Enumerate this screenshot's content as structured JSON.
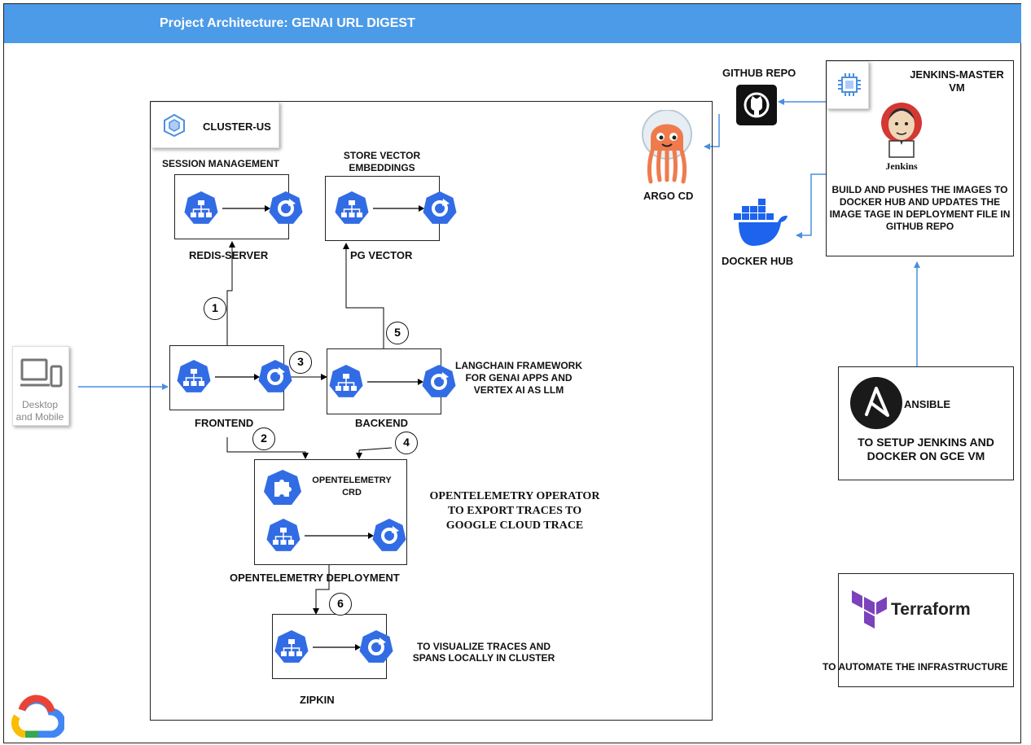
{
  "header": {
    "title": "Project Architecture: GENAI URL DIGEST"
  },
  "cluster": {
    "label": "CLUSTER-US"
  },
  "client": {
    "label_line1": "Desktop",
    "label_line2": "and Mobile"
  },
  "redis": {
    "title": "SESSION MANAGEMENT",
    "name": "REDIS-SERVER"
  },
  "pgvector": {
    "title_line1": "STORE  VECTOR",
    "title_line2": "EMBEDDINGS",
    "name": "PG VECTOR"
  },
  "frontend": {
    "name": "FRONTEND"
  },
  "backend": {
    "name": "BACKEND",
    "note_line1": "LANGCHAIN FRAMEWORK",
    "note_line2": "FOR GENAI APPS  AND",
    "note_line3": "VERTEX AI AS LLM"
  },
  "otel": {
    "crd_line1": "OPENTELEMETRY",
    "crd_line2": "CRD",
    "name": "OPENTELEMETRY  DEPLOYMENT",
    "note_line1": "OPENTELEMETRY OPERATOR",
    "note_line2": "TO EXPORT TRACES TO",
    "note_line3": "GOOGLE CLOUD TRACE"
  },
  "zipkin": {
    "name": "ZIPKIN",
    "note_line1": "TO VISUALIZE TRACES AND",
    "note_line2": "SPANS LOCALLY IN CLUSTER"
  },
  "steps": [
    "1",
    "2",
    "3",
    "4",
    "5",
    "6"
  ],
  "argocd": {
    "label": "ARGO CD"
  },
  "github": {
    "label": "GITHUB REPO"
  },
  "dockerhub": {
    "label": "DOCKER HUB"
  },
  "jenkins": {
    "title_line1": "JENKINS-MASTER",
    "title_line2": "VM",
    "logo_text": "Jenkins",
    "desc": "BUILD AND PUSHES THE IMAGES TO DOCKER HUB AND UPDATES THE IMAGE TAGE IN DEPLOYMENT FILE IN GITHUB REPO"
  },
  "ansible": {
    "label": "ANSIBLE",
    "desc": "TO SETUP JENKINS AND DOCKER ON GCE VM"
  },
  "terraform": {
    "logo_text": "Terraform",
    "desc": "TO AUTOMATE THE INFRASTRUCTURE"
  },
  "colors": {
    "header": "#4c9be8",
    "k8s_blue": "#326ce5",
    "arrow_blue": "#4a8fe0",
    "jenkins_red": "#d33833",
    "terraform_purple": "#7b42bc",
    "argo_orange": "#ef7b4d"
  }
}
